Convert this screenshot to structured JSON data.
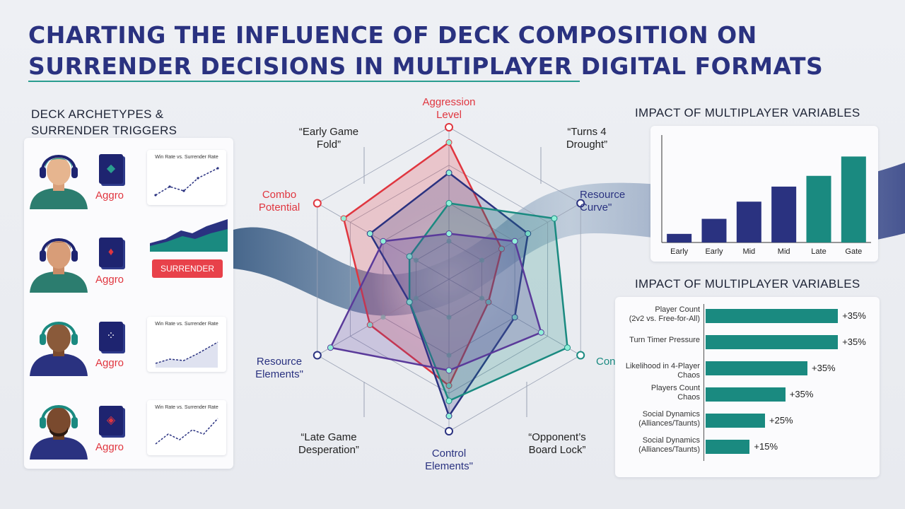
{
  "title": "CHARTING THE INFLUENCE OF DECK COMPOSITION ON SURRENDER DECISIONS IN MULTIPLAYER DIGITAL FORMATS",
  "left_panel": {
    "heading_line1": "DECK ARCHETYPES &",
    "heading_line2": "SURRENDER TRIGGERS",
    "rows": [
      {
        "label": "Aggro",
        "mini_title": "Win Rate vs. Surrender Rate",
        "deck_glyph": "◆"
      },
      {
        "label": "Aggro",
        "button": "SURRENDER",
        "deck_glyph": "♦"
      },
      {
        "label": "Aggro",
        "mini_title": "Win Rate vs. Surrender Rate",
        "deck_glyph": "⁘"
      },
      {
        "label": "Aggro",
        "mini_title": "Win Rate vs. Surrender Rate",
        "deck_glyph": "◈"
      }
    ]
  },
  "radar": {
    "axes": [
      {
        "line1": "Aggression",
        "line2": "Level",
        "color": "#e0363f"
      },
      {
        "line1": "Resource",
        "line2": "Curve\"",
        "color": "#2a3280"
      },
      {
        "line1": "Control",
        "line2": "",
        "color": "#1a8a80"
      },
      {
        "line1": "Control",
        "line2": "Elements\"",
        "color": "#2a3280"
      },
      {
        "line1": "Resource",
        "line2": "Elements\"",
        "color": "#2a3280"
      },
      {
        "line1": "Combo",
        "line2": "Potential",
        "color": "#e0363f"
      }
    ],
    "triggers": [
      {
        "line1": "“Early Game",
        "line2": "Fold”"
      },
      {
        "line1": "“Turns 4",
        "line2": "Drought”"
      },
      {
        "line1": "“Opponent’s",
        "line2": "Board Lock”"
      },
      {
        "line1": "“Late Game",
        "line2": "Desperation”"
      }
    ]
  },
  "right_top": {
    "heading": "IMPACT OF MULTIPLAYER VARIABLES"
  },
  "right_bottom": {
    "heading": "IMPACT OF MULTIPLAYER VARIABLES"
  },
  "colors": {
    "red": "#e0363f",
    "navy": "#2a3280",
    "teal": "#1a8a80",
    "purple": "#5a3a9a"
  },
  "chart_data": [
    {
      "type": "radar",
      "axes": [
        "Aggression Level",
        "Resource Curve\"",
        "Control",
        "Control Elements\"",
        "Resource Elements\"",
        "Combo Potential"
      ],
      "rmax": 10,
      "series": [
        {
          "color": "#e0363f",
          "values": [
            9,
            4,
            3,
            7,
            6,
            8
          ]
        },
        {
          "color": "#2a3280",
          "values": [
            7,
            6,
            5,
            9,
            3,
            6
          ]
        },
        {
          "color": "#1a8a80",
          "values": [
            5,
            8,
            9,
            8,
            3,
            3
          ]
        },
        {
          "color": "#5a3a9a",
          "values": [
            3,
            5,
            7,
            6,
            9,
            5
          ]
        }
      ]
    },
    {
      "type": "bar",
      "categories": [
        "Early",
        "Early",
        "Mid",
        "Mid",
        "Late",
        "Gate"
      ],
      "values": [
        8,
        22,
        38,
        52,
        62,
        80
      ],
      "colors": [
        "#2a3280",
        "#2a3280",
        "#2a3280",
        "#2a3280",
        "#1a8a80",
        "#1a8a80"
      ],
      "ylim": [
        0,
        100
      ]
    },
    {
      "type": "bar",
      "orientation": "horizontal",
      "categories": [
        [
          "Player Count",
          "(2v2 vs. Free-for-All)"
        ],
        [
          "Turn Timer Pressure"
        ],
        [
          "Likelihood in 4-Player Chaos"
        ],
        [
          "Players Count",
          "Chaos"
        ],
        [
          "Social Dynamics",
          "(Alliances/Taunts)"
        ],
        [
          "Social Dynamics",
          "(Alliances/Taunts)"
        ]
      ],
      "values": [
        35,
        35,
        35,
        35,
        25,
        15
      ],
      "labels": [
        "+35%",
        "+35%",
        "+35%",
        "+35%",
        "+25%",
        "+15%"
      ],
      "bar_fraction": [
        0.78,
        0.78,
        0.6,
        0.47,
        0.35,
        0.26
      ]
    }
  ]
}
